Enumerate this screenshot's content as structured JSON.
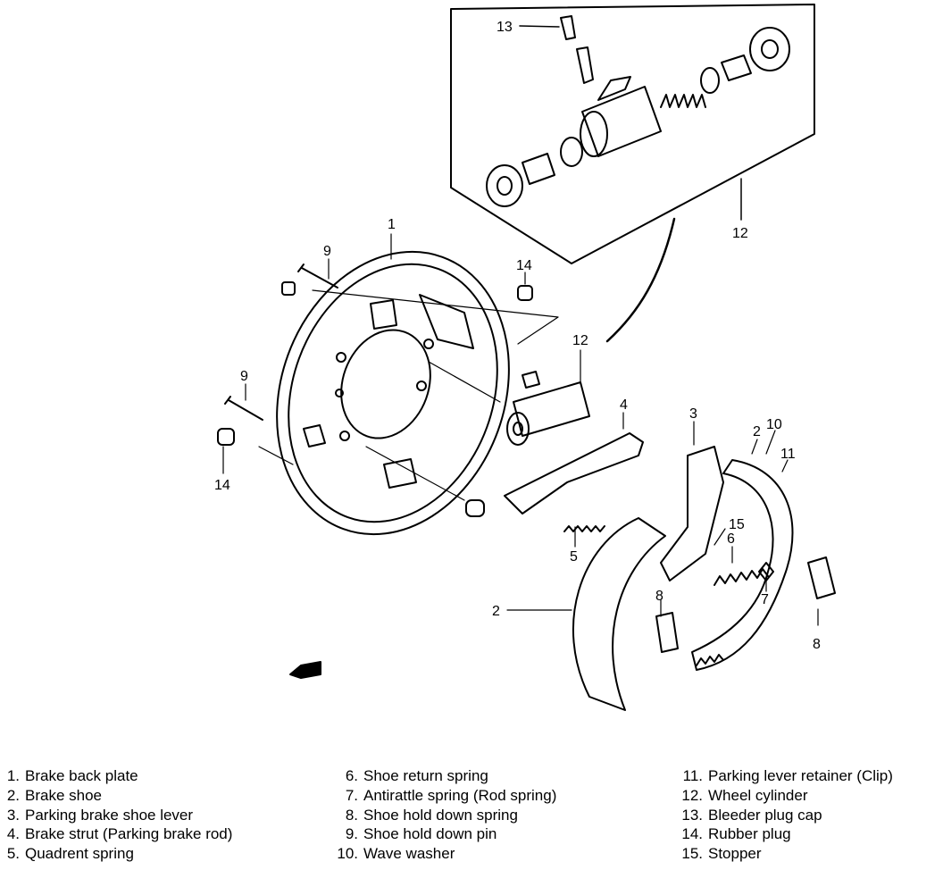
{
  "callouts": {
    "c1": "1",
    "c2a": "2",
    "c2b": "2",
    "c3": "3",
    "c4": "4",
    "c5": "5",
    "c6": "6",
    "c7": "7",
    "c8a": "8",
    "c8b": "8",
    "c9a": "9",
    "c9b": "9",
    "c10": "10",
    "c11": "11",
    "c12a": "12",
    "c12b": "12",
    "c13": "13",
    "c14a": "14",
    "c14b": "14",
    "c15": "15"
  },
  "legend": {
    "col1": [
      {
        "num": "1.",
        "label": "Brake back plate"
      },
      {
        "num": "2.",
        "label": "Brake shoe"
      },
      {
        "num": "3.",
        "label": "Parking brake shoe lever"
      },
      {
        "num": "4.",
        "label": "Brake strut (Parking brake rod)"
      },
      {
        "num": "5.",
        "label": "Quadrent spring"
      }
    ],
    "col2": [
      {
        "num": "6.",
        "label": "Shoe return spring"
      },
      {
        "num": "7.",
        "label": "Antirattle spring (Rod spring)"
      },
      {
        "num": "8.",
        "label": "Shoe hold down spring"
      },
      {
        "num": "9.",
        "label": "Shoe hold down pin"
      },
      {
        "num": "10.",
        "label": "Wave washer"
      }
    ],
    "col3": [
      {
        "num": "11.",
        "label": "Parking lever retainer (Clip)"
      },
      {
        "num": "12.",
        "label": "Wheel cylinder"
      },
      {
        "num": "13.",
        "label": "Bleeder plug cap"
      },
      {
        "num": "14.",
        "label": "Rubber plug"
      },
      {
        "num": "15.",
        "label": "Stopper"
      }
    ]
  }
}
